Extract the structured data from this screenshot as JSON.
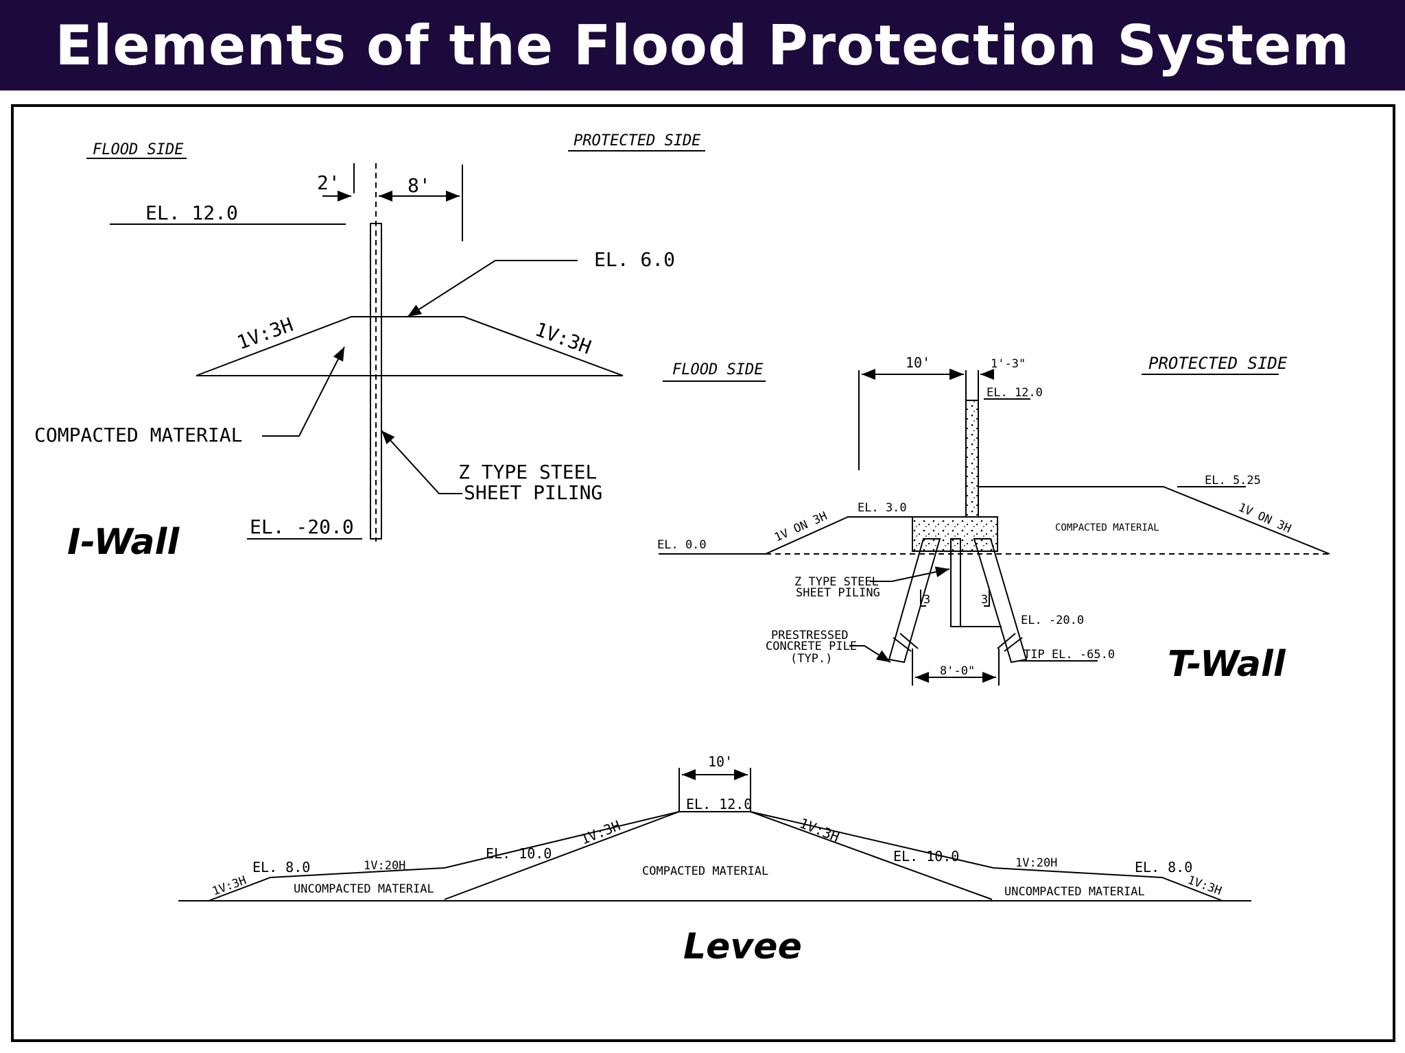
{
  "title": "Elements of the Flood Protection System",
  "colors": {
    "title_bg": "#1d0a3c",
    "title_text": "#ffffff",
    "line": "#000000"
  },
  "iwall": {
    "name": "I-Wall",
    "flood_side": "FLOOD SIDE",
    "protected_side": "PROTECTED SIDE",
    "dim_left": "2'",
    "dim_right": "8'",
    "el_top": "EL. 12.0",
    "el_ground": "EL. 6.0",
    "slope_left": "1V:3H",
    "slope_right": "1V:3H",
    "compacted": "COMPACTED MATERIAL",
    "piling_line1": "Z TYPE STEEL",
    "piling_line2": "SHEET PILING",
    "el_tip": "EL. -20.0"
  },
  "twall": {
    "name": "T-Wall",
    "flood_side": "FLOOD SIDE",
    "protected_side": "PROTECTED SIDE",
    "dim_top": "10'",
    "dim_wall": "1'-3\"",
    "el_top": "EL. 12.0",
    "el_right": "EL. 5.25",
    "slope_right": "1V ON 3H",
    "compacted": "COMPACTED MATERIAL",
    "el_left_berm": "EL. 3.0",
    "slope_left": "1V ON 3H",
    "el_zero": "EL. 0.0",
    "piling_line1": "Z TYPE STEEL",
    "piling_line2": "SHEET PILING",
    "el_piling": "EL. -20.0",
    "pile_line1": "PRESTRESSED",
    "pile_line2": "CONCRETE PILE",
    "pile_line3": "(TYP.)",
    "el_tip": "TIP EL. -65.0",
    "dim_bottom": "8'-0\"",
    "batter": "3"
  },
  "levee": {
    "name": "Levee",
    "dim_crown": "10'",
    "el_crown": "EL. 12.0",
    "slope_main_left": "1V:3H",
    "slope_main_right": "1V:3H",
    "el_left_mid": "EL. 10.0",
    "el_right_mid": "EL. 10.0",
    "slope_berm_left": "1V:20H",
    "slope_berm_right": "1V:20H",
    "el_left_outer": "EL. 8.0",
    "el_right_outer": "EL. 8.0",
    "slope_toe_left": "1V:3H",
    "slope_toe_right": "1V:3H",
    "compacted": "COMPACTED MATERIAL",
    "uncompacted_left": "UNCOMPACTED MATERIAL",
    "uncompacted_right": "UNCOMPACTED MATERIAL"
  }
}
